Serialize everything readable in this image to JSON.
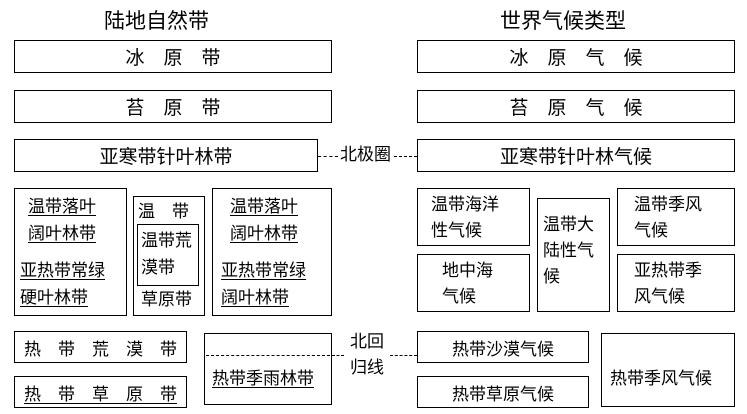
{
  "headers": {
    "left": "陆地自然带",
    "right": "世界气候类型"
  },
  "rows": {
    "ice": {
      "left": "冰　原　带",
      "right": "冰　原　气　候"
    },
    "tundra": {
      "left": "苔　原　带",
      "right": "苔　原　气　候"
    },
    "taiga": {
      "left": "亚寒带针叶林带",
      "right": "亚寒带针叶林气候"
    }
  },
  "arctic_circle": "北极圈",
  "tropic_line1": "北回",
  "tropic_line2": "归线",
  "left_temperate": {
    "west_top_1": "温带落叶",
    "west_top_2": "阔叶林带",
    "west_bottom_1": "亚热带常绿",
    "west_bottom_2": "硬叶林带",
    "center_top": "温　带",
    "center_inner_1": "温带荒",
    "center_inner_2": "漠带",
    "center_bottom": "草原带",
    "east_top_1": "温带落叶",
    "east_top_2": "阔叶林带",
    "east_bottom_1": "亚热带常绿",
    "east_bottom_2": "阔叶林带"
  },
  "right_temperate": {
    "west_top_1": "温带海洋",
    "west_top_2": "性气候",
    "west_bottom_1": "地中海",
    "west_bottom_2": "气候",
    "center_1": "温带大",
    "center_2": "陆性气",
    "center_3": "候",
    "east_top_1": "温带季风",
    "east_top_2": "气候",
    "east_bottom_1": "亚热带季",
    "east_bottom_2": "风气候"
  },
  "left_tropical": {
    "desert": "热　带　荒　漠　带",
    "savanna": "热　带　草　原　带",
    "monsoon_forest": "热带季雨林带"
  },
  "right_tropical": {
    "desert": "热带沙漠气候",
    "savanna": "热带草原气候",
    "monsoon": "热带季风气候"
  }
}
